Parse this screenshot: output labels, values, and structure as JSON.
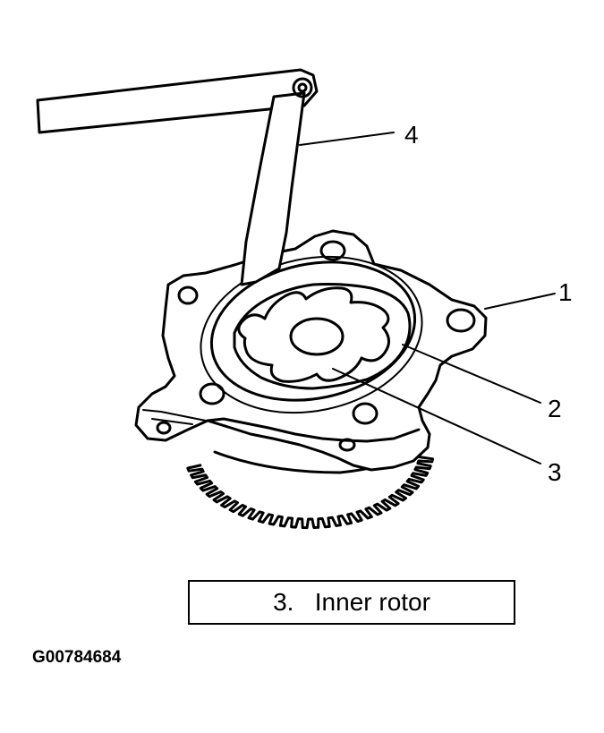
{
  "callouts": [
    {
      "id": "1",
      "label": "1"
    },
    {
      "id": "2",
      "label": "2"
    },
    {
      "id": "3",
      "label": "3"
    },
    {
      "id": "4",
      "label": "4"
    }
  ],
  "legend": {
    "number": "3.",
    "text": "Inner rotor"
  },
  "figure_id": "G00784684",
  "colors": {
    "ink": "#000000",
    "paper": "#ffffff"
  }
}
